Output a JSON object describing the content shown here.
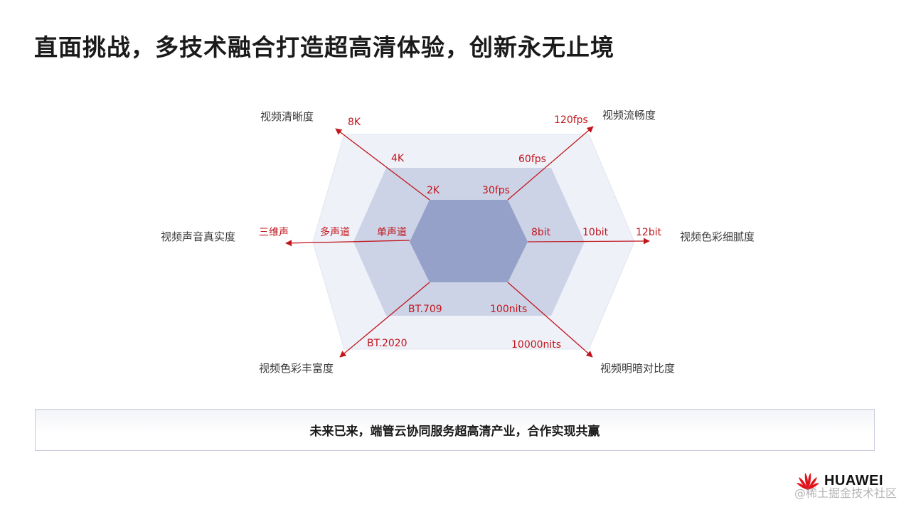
{
  "title": "直面挑战，多技术融合打造超高清体验，创新永无止境",
  "axes": {
    "resolution": {
      "name": "视频清晰度",
      "levels": [
        "2K",
        "4K",
        "8K"
      ]
    },
    "fluency": {
      "name": "视频流畅度",
      "levels": [
        "30fps",
        "60fps",
        "120fps"
      ]
    },
    "color_depth": {
      "name": "视频色彩细腻度",
      "levels": [
        "8bit",
        "10bit",
        "12bit"
      ]
    },
    "contrast": {
      "name": "视频明暗对比度",
      "levels": [
        "100nits",
        "10000nits"
      ]
    },
    "color_gamut": {
      "name": "视频色彩丰富度",
      "levels": [
        "BT.709",
        "BT.2020"
      ]
    },
    "audio": {
      "name": "视频声音真实度",
      "levels": [
        "单声道",
        "多声道",
        "三维声"
      ]
    }
  },
  "colors": {
    "arrow": "#c0161c",
    "inner_hex": "#95a1c8",
    "middle_hex": "#cdd3e7",
    "outer_hex": "#eff1f8"
  },
  "banner_text": "未来已来，端管云协同服务超高清产业，合作实现共赢",
  "logo_text": "HUAWEI",
  "watermark": "@稀土掘金技术社区"
}
